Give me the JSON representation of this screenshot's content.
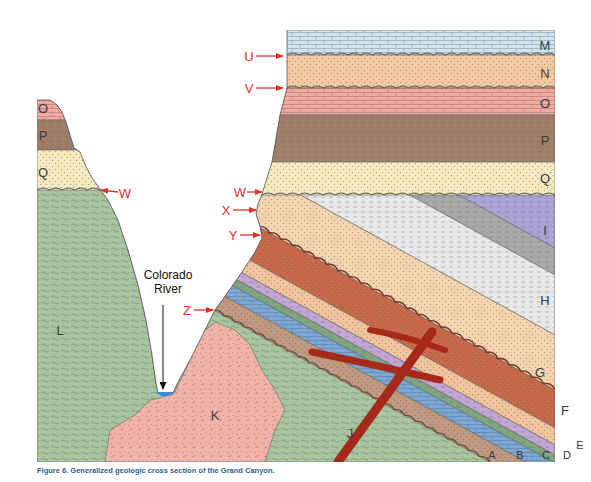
{
  "diagram": {
    "caption": "Figure 6. Generalized geologic cross section of the Grand Canyon.",
    "labels": [
      "M",
      "N",
      "O",
      "P",
      "Q",
      "O",
      "P",
      "Q",
      "U",
      "V",
      "W",
      "X",
      "Y",
      "Z",
      "W",
      "I",
      "H",
      "G",
      "F",
      "E",
      "D",
      "C",
      "B",
      "A",
      "J",
      "K",
      "L",
      "Colorado River"
    ]
  }
}
